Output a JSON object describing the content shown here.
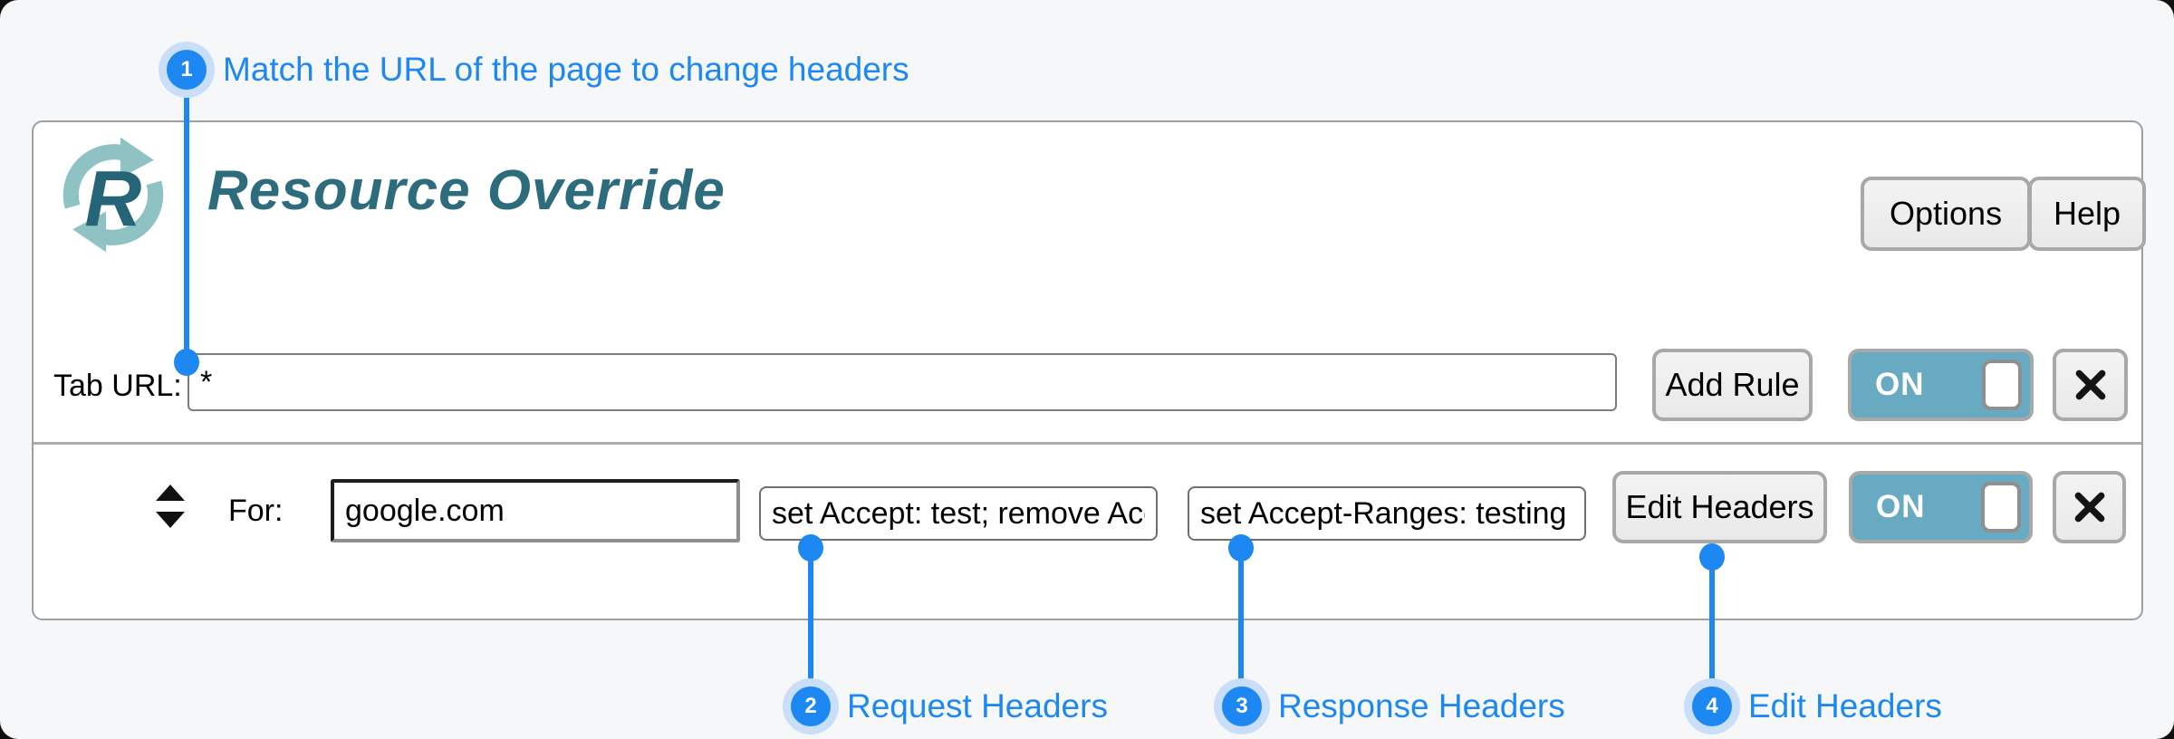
{
  "colors": {
    "accent_blue": "#1e88f2",
    "halo_blue": "#c9def8",
    "toggle_teal": "#68aac2",
    "title_teal": "#2d6c7c",
    "logo_teal": "#8fc3c3",
    "logo_letter_teal": "#266577",
    "page_background": "#f6f7f8",
    "card_background": "#ffffff"
  },
  "annotations": {
    "step1": {
      "number": "1",
      "label": "Match the URL of the page to change headers"
    },
    "step2": {
      "number": "2",
      "label": "Request Headers"
    },
    "step3": {
      "number": "3",
      "label": "Response Headers"
    },
    "step4": {
      "number": "4",
      "label": "Edit Headers"
    }
  },
  "header": {
    "title": "Resource Override",
    "logo_letter": "R",
    "options_button": "Options",
    "help_button": "Help"
  },
  "tab_rule": {
    "label": "Tab URL:",
    "url_value": "*",
    "add_rule_button": "Add Rule",
    "toggle_state": "ON"
  },
  "override_rule": {
    "for_label": "For:",
    "match_url_value": "google.com",
    "request_headers_value": "set Accept: test; remove Acc",
    "response_headers_value": "set Accept-Ranges: testing",
    "edit_headers_button": "Edit Headers",
    "toggle_state": "ON"
  }
}
